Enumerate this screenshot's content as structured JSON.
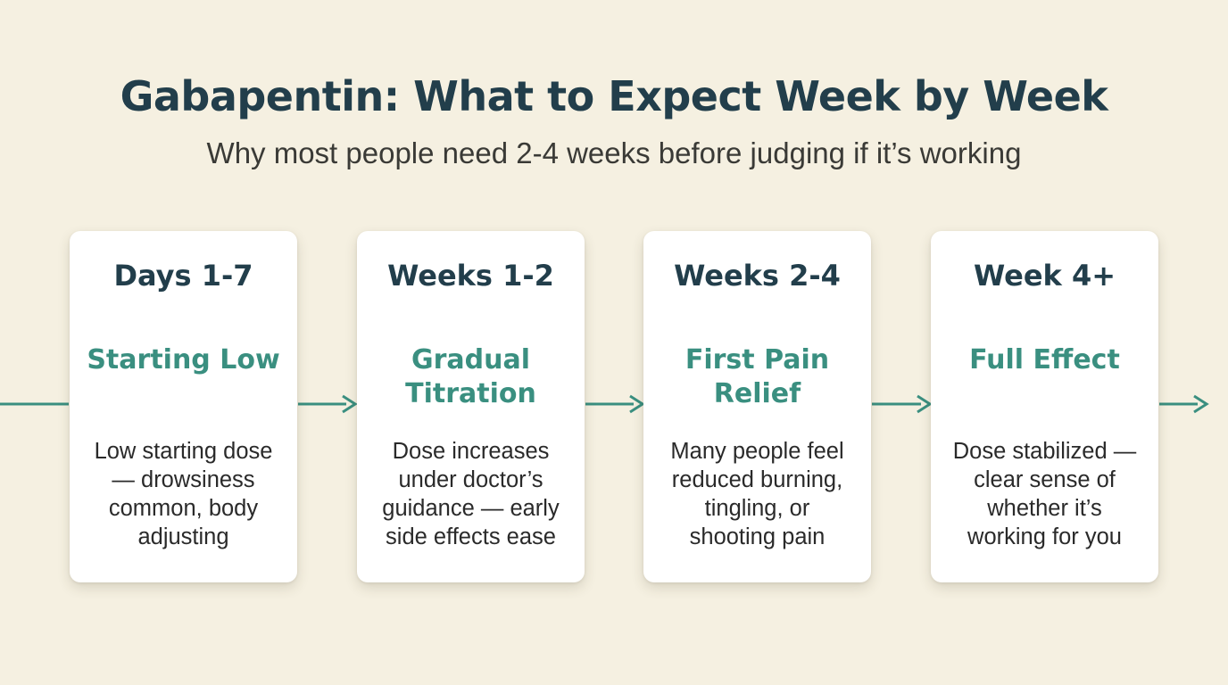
{
  "title": "Gabapentin: What to Expect Week by Week",
  "subtitle": "Why most people need 2-4 weeks before judging if it’s working",
  "colors": {
    "background": "#f5f0e1",
    "heading": "#223e4b",
    "accent": "#3a8f80",
    "card": "#ffffff"
  },
  "stages": [
    {
      "period": "Days 1-7",
      "phase_lines": [
        "Starting Low"
      ],
      "desc_lines": [
        "Low starting dose",
        "— drowsiness",
        "common, body",
        "adjusting"
      ]
    },
    {
      "period": "Weeks 1-2",
      "phase_lines": [
        "Gradual",
        "Titration"
      ],
      "desc_lines": [
        "Dose increases",
        "under doctor’s",
        "guidance — early",
        "side effects ease"
      ]
    },
    {
      "period": "Weeks 2-4",
      "phase_lines": [
        "First Pain",
        "Relief"
      ],
      "desc_lines": [
        "Many people feel",
        "reduced burning,",
        "tingling, or",
        "shooting pain"
      ]
    },
    {
      "period": "Week 4+",
      "phase_lines": [
        "Full Effect"
      ],
      "desc_lines": [
        "Dose stabilized —",
        "clear sense of",
        "whether it’s",
        "working for you"
      ]
    }
  ]
}
